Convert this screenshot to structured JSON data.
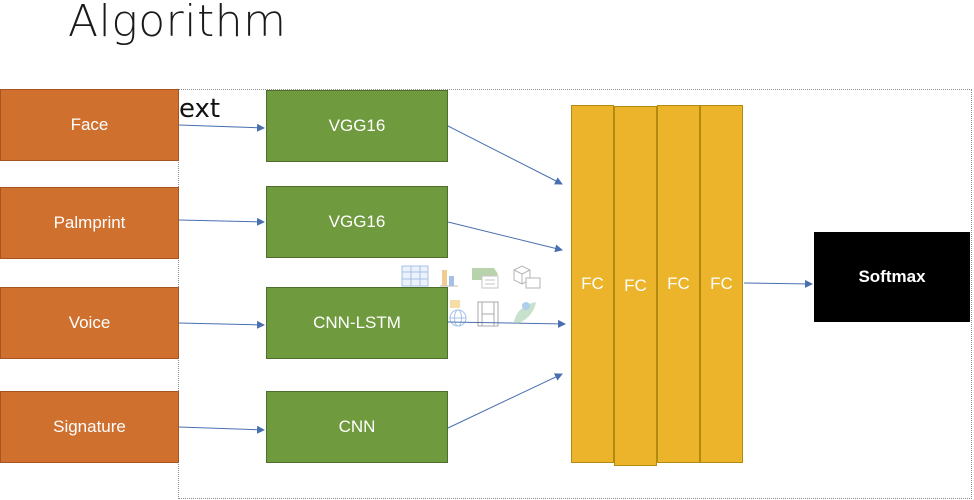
{
  "title": "Algorithm",
  "placeholder_text": "ext",
  "inputs": [
    "Face",
    "Palmprint",
    "Voice",
    "Signature"
  ],
  "models": [
    "VGG16",
    "VGG16",
    "CNN-LSTM",
    "CNN"
  ],
  "fc_layers": [
    "FC",
    "FC",
    "FC",
    "FC"
  ],
  "output": "Softmax",
  "colors": {
    "input": "#d0702f",
    "model": "#6f9a3e",
    "fc": "#ebb42a",
    "output": "#000000",
    "arrow": "#4a6fb0"
  },
  "icons": [
    "table-icon",
    "bar-chart-icon",
    "smartart-icon",
    "3d-model-icon",
    "picture-icon",
    "online-picture-icon",
    "video-icon",
    "icon-insert-icon"
  ]
}
